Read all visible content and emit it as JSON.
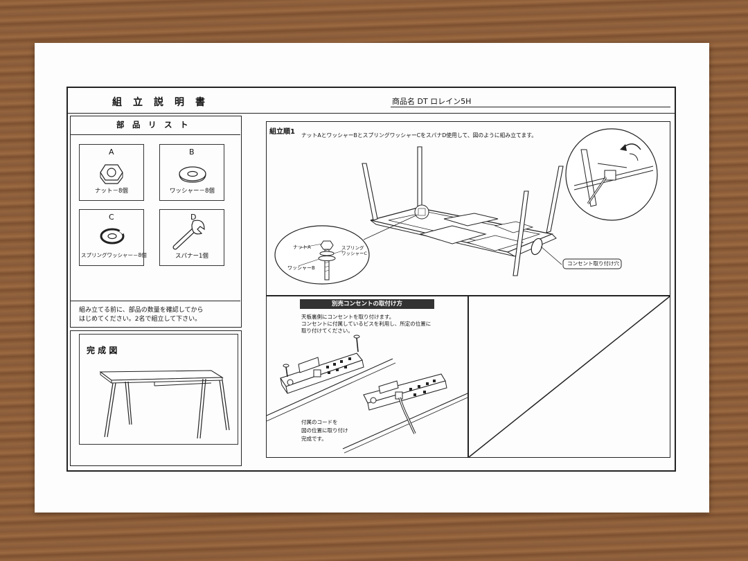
{
  "header": {
    "title": "組　立　説　明　書",
    "product": "商品名  DT  ロレイン5H"
  },
  "parts": {
    "heading": "部　品　リ　ス　ト",
    "items": [
      {
        "letter": "A",
        "label": "ナット－8個",
        "icon": "hex-nut-icon"
      },
      {
        "letter": "B",
        "label": "ワッシャー－8個",
        "icon": "washer-icon"
      },
      {
        "letter": "C",
        "label": "スプリングワッシャー－8個",
        "icon": "spring-washer-icon"
      },
      {
        "letter": "D",
        "label": "スパナー1個",
        "icon": "wrench-icon"
      }
    ],
    "note_line1": "組み立てる前に、部品の数量を確認してから",
    "note_line2": "はじめてください。2名で組立して下さい。"
  },
  "complete": {
    "heading": "完 成 図"
  },
  "step1": {
    "title": "組立順1",
    "instruction": "ナットAとワッシャーBとスプリングワッシャーCをスパナD使用して、図のように組み立てます。",
    "label_nut": "ナットA",
    "label_spring1": "スプリング",
    "label_spring2": "ワッシャーC",
    "label_washer": "ワッシャーB",
    "outlet_hole": "コンセント取り付け穴"
  },
  "outlet": {
    "heading": "別売コンセントの取付け方",
    "line1": "天板裏側にコンセントを取り付けます。",
    "line2": "コンセントに付属しているビスを利用し、所定の位置に",
    "line3": "取り付けてください。",
    "cord1": "付属のコードを",
    "cord2": "図の位置に取り付け",
    "cord3": "完成です。"
  }
}
